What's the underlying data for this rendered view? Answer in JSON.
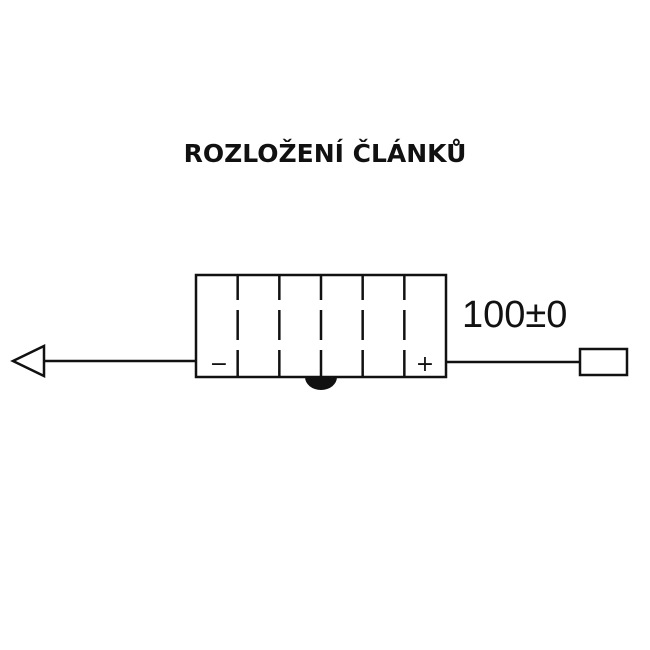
{
  "title": "ROZLOŽENÍ ČLÁNKŮ",
  "dimension_label": "100±0",
  "terminals": {
    "negative": "−",
    "positive": "+"
  },
  "cell_count": 6,
  "colors": {
    "line": "#111111",
    "background": "#ffffff"
  }
}
